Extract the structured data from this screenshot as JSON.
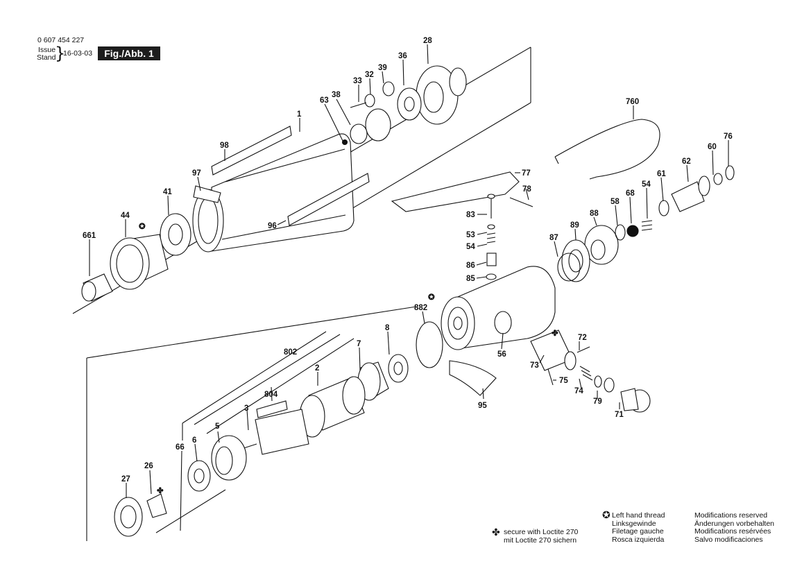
{
  "header": {
    "part_number": "0 607 454 227",
    "issue_label": "Issue",
    "stand_label": "Stand",
    "date": "16-03-03",
    "figure_label": "Fig./Abb. 1"
  },
  "callouts": [
    "28",
    "36",
    "39",
    "32",
    "33",
    "63",
    "38",
    "1",
    "98",
    "97",
    "41",
    "44",
    "661",
    "96",
    "760",
    "76",
    "60",
    "62",
    "61",
    "54",
    "68",
    "58",
    "77",
    "78",
    "83",
    "53",
    "54",
    "86",
    "85",
    "88",
    "89",
    "87",
    "882",
    "56",
    "8",
    "7",
    "802",
    "2",
    "804",
    "3",
    "5",
    "6",
    "66",
    "26",
    "27",
    "95",
    "72",
    "73",
    "75",
    "74",
    "79",
    "71"
  ],
  "legend": {
    "loctite_symbol": "✤",
    "left_thread_symbol": "✪",
    "loctite": [
      "secure with Loctite 270",
      "mit Loctite 270 sichern"
    ],
    "left_thread": [
      "Left hand thread",
      "Linksgewinde",
      "Filetage gauche",
      "Rosca izquierda"
    ],
    "modifications": [
      "Modifications reserved",
      "Änderungen vorbehalten",
      "Modifications resérvées",
      "Salvo modificaciones"
    ]
  }
}
